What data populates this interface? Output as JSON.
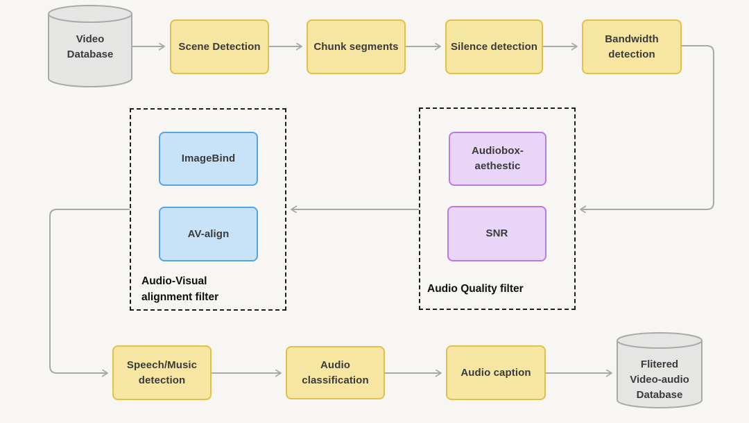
{
  "diagram": {
    "background_color": "#f7f6f3",
    "palette": {
      "process_fill": "#f6e6a2",
      "process_border": "#dfc04e",
      "audio_visual_fill": "#c8e3f8",
      "audio_visual_border": "#54a4e8",
      "audio_quality_fill": "#e8d5f7",
      "audio_quality_border": "#bb79e4",
      "database_fill": "#e5e5e3",
      "database_border": "#a9a9a9",
      "connector_color": "#a8a8a8",
      "group_border_color": "#1c1c1c",
      "label_color": "#3a3a3a"
    }
  },
  "nodes": {
    "video_database": {
      "shape": "cylinder",
      "lines": [
        "Video",
        "Database"
      ]
    },
    "scene_detection": {
      "shape": "process",
      "lines": [
        "Scene Detection"
      ]
    },
    "chunk_segments": {
      "shape": "process",
      "lines": [
        "Chunk segments"
      ]
    },
    "silence_detection": {
      "shape": "process",
      "lines": [
        "Silence detection"
      ]
    },
    "bandwidth_detection": {
      "shape": "process",
      "lines": [
        "Bandwidth",
        "detection"
      ]
    },
    "imagebind": {
      "shape": "process",
      "lines": [
        "ImageBind"
      ]
    },
    "av_align": {
      "shape": "process",
      "lines": [
        "AV-align"
      ]
    },
    "audiobox_aethestic": {
      "shape": "process",
      "lines": [
        "Audiobox-",
        "aethestic"
      ]
    },
    "snr": {
      "shape": "process",
      "lines": [
        "SNR"
      ]
    },
    "speech_music_detection": {
      "shape": "process",
      "lines": [
        "Speech/Music",
        "detection"
      ]
    },
    "audio_classification": {
      "shape": "process",
      "lines": [
        "Audio",
        "classification"
      ]
    },
    "audio_caption": {
      "shape": "process",
      "lines": [
        "Audio caption"
      ]
    },
    "filtered_database": {
      "shape": "cylinder",
      "lines": [
        "Flitered",
        "Video-audio",
        "Database"
      ]
    }
  },
  "groups": {
    "audio_visual": {
      "label_lines": [
        "Audio-Visual",
        "alignment filter"
      ]
    },
    "audio_quality": {
      "label_lines": [
        "Audio Quality filter"
      ]
    }
  },
  "connections": [
    {
      "from": "video_database",
      "to": "scene_detection"
    },
    {
      "from": "scene_detection",
      "to": "chunk_segments"
    },
    {
      "from": "chunk_segments",
      "to": "silence_detection"
    },
    {
      "from": "silence_detection",
      "to": "bandwidth_detection"
    },
    {
      "from": "bandwidth_detection",
      "to": "audio_quality_group"
    },
    {
      "from": "audio_quality_group",
      "to": "audio_visual_group"
    },
    {
      "from": "audio_visual_group",
      "to": "speech_music_detection"
    },
    {
      "from": "speech_music_detection",
      "to": "audio_classification"
    },
    {
      "from": "audio_classification",
      "to": "audio_caption"
    },
    {
      "from": "audio_caption",
      "to": "filtered_database"
    }
  ]
}
